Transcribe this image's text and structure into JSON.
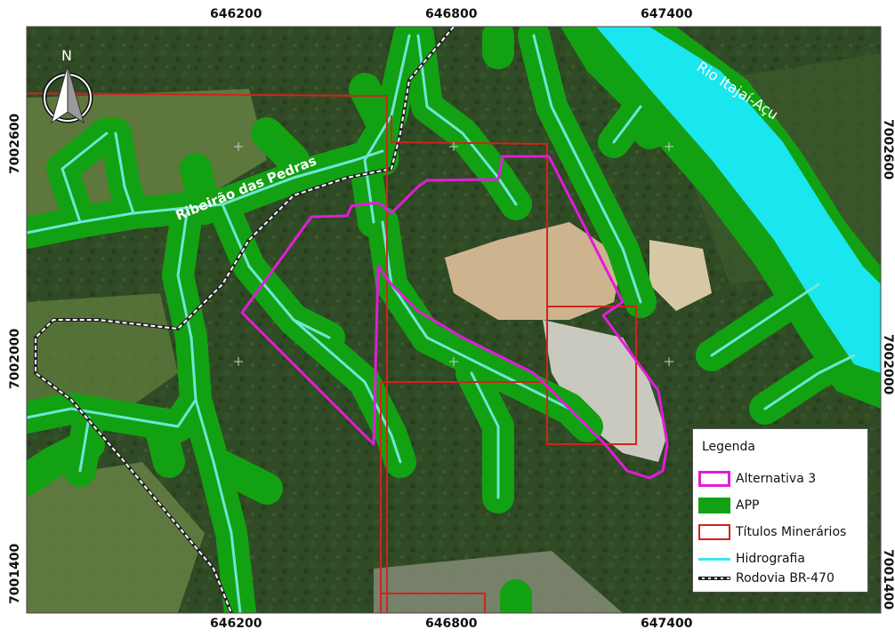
{
  "map": {
    "x_ticks_top": [
      "646200",
      "646800",
      "647400"
    ],
    "x_ticks_bottom": [
      "646200",
      "646800",
      "647400"
    ],
    "y_ticks_left": [
      "7002600",
      "7002000",
      "7001400"
    ],
    "y_ticks_right": [
      "7002600",
      "7002000",
      "7001400"
    ],
    "north_label": "N",
    "labels": {
      "stream": "Ribeirão das Pedras",
      "river": "Rio Itajaí-Açu"
    }
  },
  "legend": {
    "title": "Legenda",
    "items": [
      {
        "label": "Alternativa 3",
        "color": "#e21cd9",
        "style": "outline"
      },
      {
        "label": "APP",
        "color": "#12a112",
        "style": "fill"
      },
      {
        "label": "Títulos Minerários",
        "color": "#d2231e",
        "style": "outline"
      },
      {
        "label": "Hidrografia",
        "color": "#3fe6ea",
        "style": "line"
      },
      {
        "label": "Rodovia BR-470",
        "color": "#e8e8e8",
        "style": "dashed-line"
      }
    ]
  },
  "colors": {
    "forest": "#2f4a25",
    "pasture": "#5f7a3e",
    "mine": "#cdb48f",
    "app": "#12a112",
    "water": "#1ae6ef",
    "stream": "#6fe6d6"
  }
}
